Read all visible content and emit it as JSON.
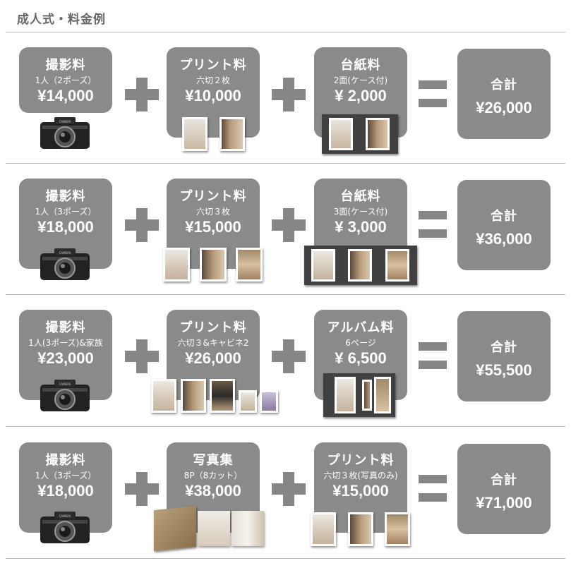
{
  "page_title": "成人式・料金例",
  "op_plus": "plus-icon",
  "op_equals": "equals-icon",
  "rows": [
    {
      "a": {
        "title": "撮影料",
        "sub": "1人（2ポーズ）",
        "price": "¥14,000"
      },
      "b": {
        "title": "プリント料",
        "sub": "六切２枚",
        "price": "¥10,000"
      },
      "c": {
        "title": "台紙料",
        "sub": "2面(ケース付)",
        "price": "¥ 2,000"
      },
      "total": {
        "title": "合計",
        "price": "¥26,000"
      }
    },
    {
      "a": {
        "title": "撮影料",
        "sub": "1人（3ポーズ）",
        "price": "¥18,000"
      },
      "b": {
        "title": "プリント料",
        "sub": "六切３枚",
        "price": "¥15,000"
      },
      "c": {
        "title": "台紙料",
        "sub": "3面(ケース付)",
        "price": "¥ 3,000"
      },
      "total": {
        "title": "合計",
        "price": "¥36,000"
      }
    },
    {
      "a": {
        "title": "撮影料",
        "sub": "1人(3ポーズ)&家族",
        "price": "¥23,000"
      },
      "b": {
        "title": "プリント料",
        "sub": "六切３&キャビネ2",
        "price": "¥26,000"
      },
      "c": {
        "title": "アルバム料",
        "sub": "6ページ",
        "price": "¥ 6,500"
      },
      "total": {
        "title": "合計",
        "price": "¥55,500"
      }
    },
    {
      "a": {
        "title": "撮影料",
        "sub": "1人（3ポーズ）",
        "price": "¥18,000"
      },
      "b": {
        "title": "写真集",
        "sub": "8P（8カット）",
        "price": "¥38,000"
      },
      "c": {
        "title": "プリント料",
        "sub": "六切３枚(写真のみ)",
        "price": "¥15,000"
      },
      "total": {
        "title": "合計",
        "price": "¥71,000"
      }
    }
  ]
}
